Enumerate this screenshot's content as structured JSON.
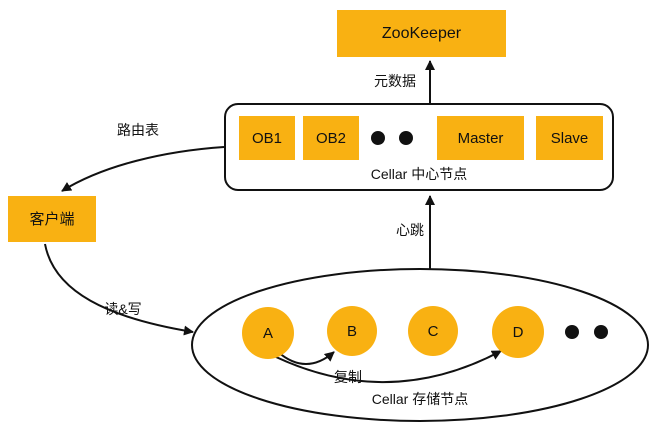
{
  "diagram": {
    "zookeeper": {
      "label": "ZooKeeper"
    },
    "center_group": {
      "label": "Cellar 中心节点",
      "nodes": [
        {
          "label": "OB1"
        },
        {
          "label": "OB2"
        },
        {
          "label": "Master"
        },
        {
          "label": "Slave"
        }
      ],
      "has_ellipsis": true
    },
    "client": {
      "label": "客户端"
    },
    "storage_group": {
      "label": "Cellar 存储节点",
      "nodes": [
        {
          "label": "A"
        },
        {
          "label": "B"
        },
        {
          "label": "C"
        },
        {
          "label": "D"
        }
      ],
      "has_ellipsis": true
    },
    "edges": [
      {
        "id": "metadata",
        "from": "cellar-center",
        "to": "zookeeper",
        "label": "元数据"
      },
      {
        "id": "routing-table",
        "from": "cellar-center",
        "to": "client",
        "label": "路由表"
      },
      {
        "id": "heartbeat",
        "from": "cellar-storage",
        "to": "cellar-center",
        "label": "心跳"
      },
      {
        "id": "read-write",
        "from": "client",
        "to": "cellar-storage",
        "label": "读&写"
      },
      {
        "id": "replicate-a-b",
        "from": "A",
        "to": "B",
        "label": "复制"
      },
      {
        "id": "replicate-a-d",
        "from": "A",
        "to": "D",
        "label": ""
      }
    ],
    "colors": {
      "node_fill": "#F9B112",
      "line": "#111111",
      "background": "#FFFFFF"
    }
  }
}
